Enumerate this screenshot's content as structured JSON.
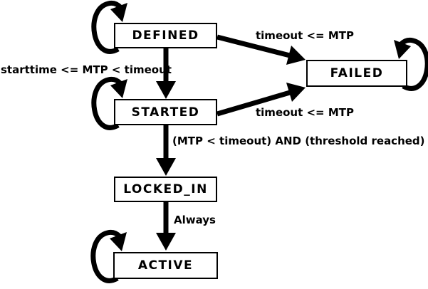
{
  "diagram": {
    "background_color": "#ffffff",
    "line_color": "#000000",
    "states": {
      "defined": {
        "label": "DEFINED"
      },
      "failed": {
        "label": "FAILED"
      },
      "started": {
        "label": "STARTED"
      },
      "locked_in": {
        "label": "LOCKED_IN"
      },
      "active": {
        "label": "ACTIVE"
      }
    },
    "transitions": {
      "defined_to_failed": {
        "from": "DEFINED",
        "to": "FAILED",
        "label": "timeout <= MTP"
      },
      "defined_to_started": {
        "from": "DEFINED",
        "to": "STARTED",
        "label": "starttime <= MTP < timeout"
      },
      "started_to_failed": {
        "from": "STARTED",
        "to": "FAILED",
        "label": "timeout <= MTP"
      },
      "started_to_locked_in": {
        "from": "STARTED",
        "to": "LOCKED_IN",
        "label": "(MTP < timeout) AND (threshold reached)"
      },
      "locked_in_to_active": {
        "from": "LOCKED_IN",
        "to": "ACTIVE",
        "label": "Always"
      },
      "self_loop_states": [
        "DEFINED",
        "STARTED",
        "FAILED",
        "ACTIVE"
      ]
    }
  }
}
